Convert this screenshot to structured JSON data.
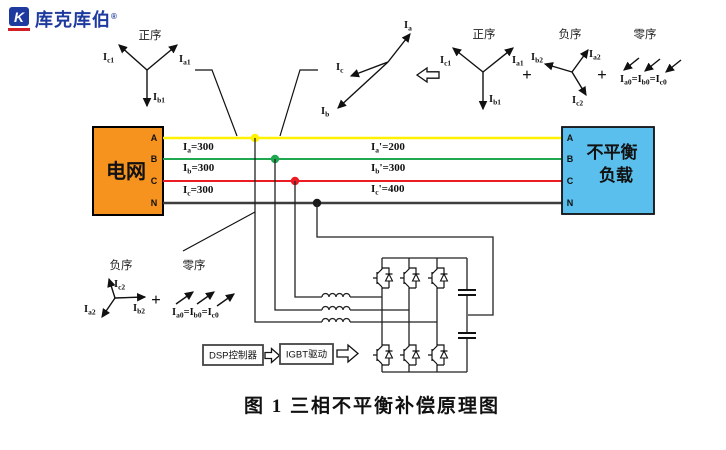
{
  "logo": {
    "icon": "K",
    "brand": "库克库伯",
    "reg": "®"
  },
  "phasor": {
    "plus": "+",
    "pos_left": {
      "title": "正序",
      "v_c": {
        "m": "I",
        "s": "c1"
      },
      "v_a": {
        "m": "I",
        "s": "a1"
      },
      "v_b": {
        "m": "I",
        "s": "b1"
      }
    },
    "unbalanced": {
      "v_a": {
        "m": "I",
        "s": "a"
      },
      "v_c": {
        "m": "I",
        "s": "c"
      },
      "v_b": {
        "m": "I",
        "s": "b"
      }
    },
    "pos_right": {
      "title": "正序",
      "v_c": {
        "m": "I",
        "s": "c1"
      },
      "v_a": {
        "m": "I",
        "s": "a1"
      },
      "v_b": {
        "m": "I",
        "s": "b1"
      }
    },
    "neg_right": {
      "title": "负序",
      "v_a": {
        "m": "I",
        "s": "a2"
      },
      "v_b": {
        "m": "I",
        "s": "b2"
      },
      "v_c": {
        "m": "I",
        "s": "c2"
      }
    },
    "zero_right": {
      "title": "零序",
      "eq": {
        "p1": "I",
        "s1": "a0",
        "p2": "=I",
        "s2": "b0",
        "p3": "=I",
        "s3": "c0"
      }
    },
    "neg_bottom": {
      "title": "负序",
      "v_c": {
        "m": "I",
        "s": "c2"
      },
      "v_b": {
        "m": "I",
        "s": "b2"
      },
      "v_a": {
        "m": "I",
        "s": "a2"
      }
    },
    "zero_bottom": {
      "title": "零序",
      "eq": {
        "p1": "I",
        "s1": "a0",
        "p2": "=I",
        "s2": "b0",
        "p3": "=I",
        "s3": "c0"
      }
    }
  },
  "grid_box": {
    "label": "电网",
    "terminals": [
      "A",
      "B",
      "C",
      "N"
    ]
  },
  "load_box": {
    "line1": "不平衡",
    "line2": "负载",
    "terminals": [
      "A",
      "B",
      "C",
      "N"
    ]
  },
  "bus": {
    "left": [
      {
        "m": "I",
        "s": "a",
        "r": "=300"
      },
      {
        "m": "I",
        "s": "b",
        "r": "=300"
      },
      {
        "m": "I",
        "s": "c",
        "r": "=300"
      }
    ],
    "right": [
      {
        "m": "I",
        "s": "a",
        "r": "'=200"
      },
      {
        "m": "I",
        "s": "b",
        "r": "'=300"
      },
      {
        "m": "I",
        "s": "c",
        "r": "'=400"
      }
    ]
  },
  "control": {
    "dsp": "DSP控制器",
    "drive": "IGBT驱动"
  },
  "caption": "图 1 三相不平衡补偿原理图",
  "colors": {
    "phase_a": "#FFF100",
    "phase_b": "#1FA84F",
    "phase_c": "#EC1C24",
    "neutral": "#3D3D3D",
    "grid_fill": "#F6921E",
    "load_fill": "#5ABFEC",
    "logo_blue": "#1E3A9E",
    "logo_red": "#D21F26"
  }
}
